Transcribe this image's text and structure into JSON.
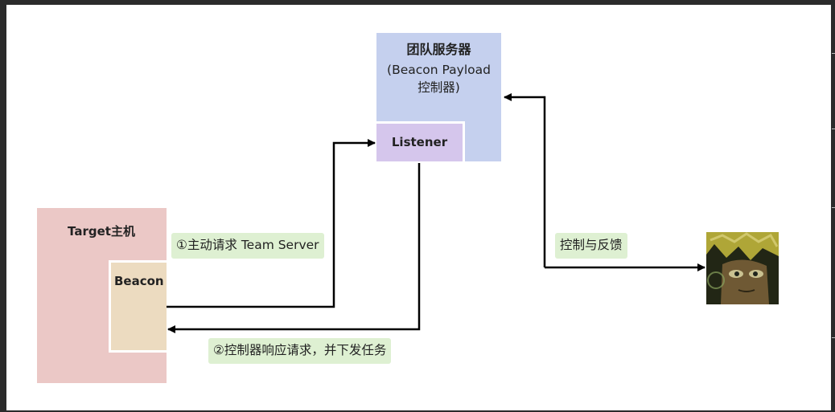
{
  "team_server": {
    "title": "团队服务器",
    "subtitle_line1": "(Beacon Payload",
    "subtitle_line2": "控制器)",
    "color": "#c5d0ee"
  },
  "listener": {
    "label": "Listener",
    "color": "#d5c6ec"
  },
  "target_host": {
    "label": "Target主机",
    "color": "#ebc8c6"
  },
  "beacon": {
    "label": "Beacon",
    "color": "#ecdbc0"
  },
  "edges": {
    "request_label": "①主动请求 Team Server",
    "response_label": "②控制器响应请求，并下发任务",
    "control_label": "控制与反馈",
    "label_bg": "#def0d2"
  },
  "operator": {
    "icon": "operator-avatar-icon"
  }
}
